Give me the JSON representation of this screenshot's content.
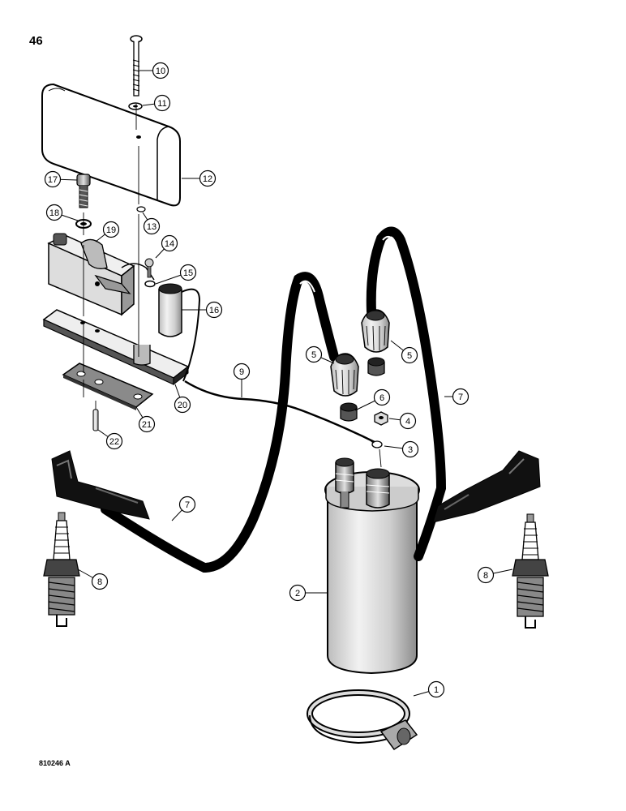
{
  "page_number": "46",
  "figure_code": "810246 A",
  "callouts": [
    {
      "n": "1"
    },
    {
      "n": "2"
    },
    {
      "n": "3"
    },
    {
      "n": "4"
    },
    {
      "n": "5"
    },
    {
      "n": "5"
    },
    {
      "n": "6"
    },
    {
      "n": "7"
    },
    {
      "n": "7"
    },
    {
      "n": "8"
    },
    {
      "n": "8"
    },
    {
      "n": "9"
    },
    {
      "n": "10"
    },
    {
      "n": "11"
    },
    {
      "n": "12"
    },
    {
      "n": "13"
    },
    {
      "n": "14"
    },
    {
      "n": "15"
    },
    {
      "n": "16"
    },
    {
      "n": "17"
    },
    {
      "n": "18"
    },
    {
      "n": "19"
    },
    {
      "n": "20"
    },
    {
      "n": "21"
    },
    {
      "n": "22"
    }
  ]
}
